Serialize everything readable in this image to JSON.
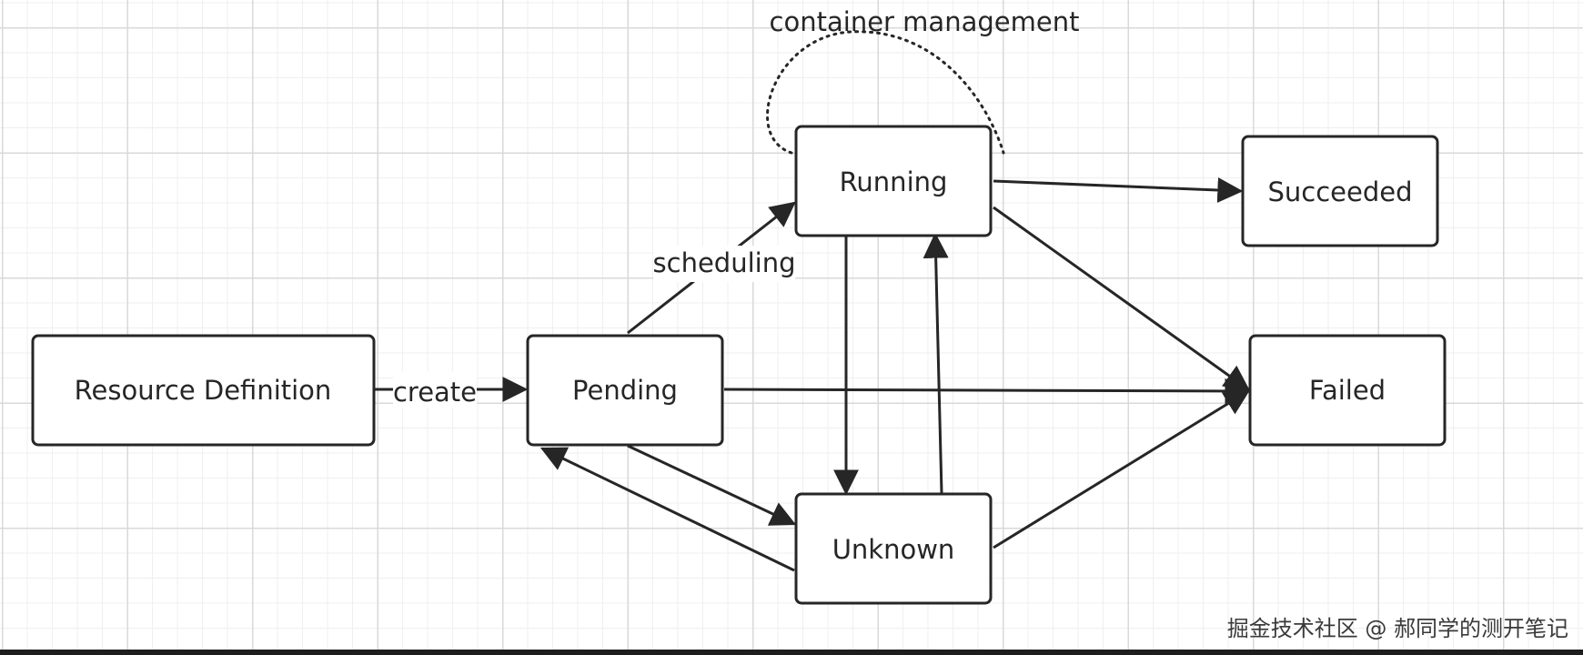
{
  "nodes": {
    "resource_definition": "Resource Definition",
    "pending": "Pending",
    "running": "Running",
    "succeeded": "Succeeded",
    "failed": "Failed",
    "unknown": "Unknown"
  },
  "edges": {
    "create": "create",
    "scheduling": "scheduling",
    "container_management": "container management"
  },
  "watermark": "掘金技术社区 @ 郝同学的测开笔记"
}
